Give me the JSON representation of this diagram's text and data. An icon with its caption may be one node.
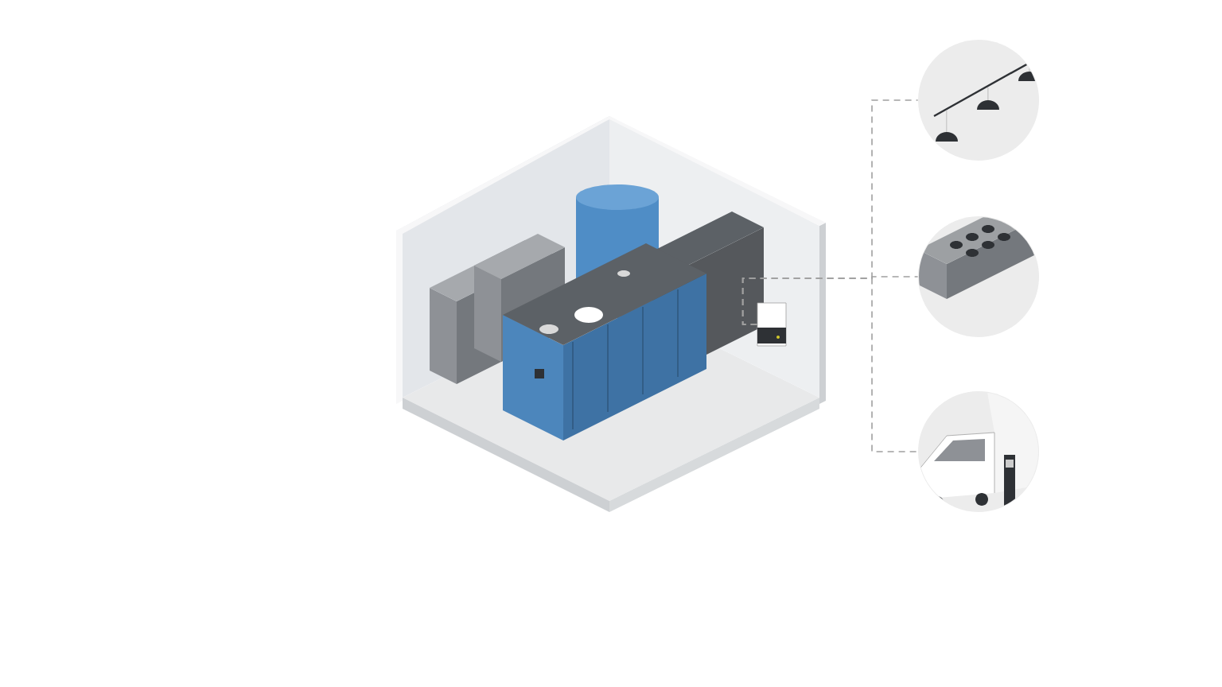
{
  "diagram": {
    "nodes": [
      {
        "text": [],
        "shape": "picture"
      },
      {
        "text": [],
        "shape": "circle"
      },
      {
        "text": [],
        "shape": "circle"
      },
      {
        "text": [],
        "shape": "circle"
      }
    ],
    "edges": [
      {
        "from": 0,
        "to": 1,
        "arrow": "none",
        "style": "dashed"
      },
      {
        "from": 0,
        "to": 2,
        "arrow": "none",
        "style": "dashed"
      },
      {
        "from": 0,
        "to": 3,
        "arrow": "none",
        "style": "dashed"
      }
    ]
  }
}
